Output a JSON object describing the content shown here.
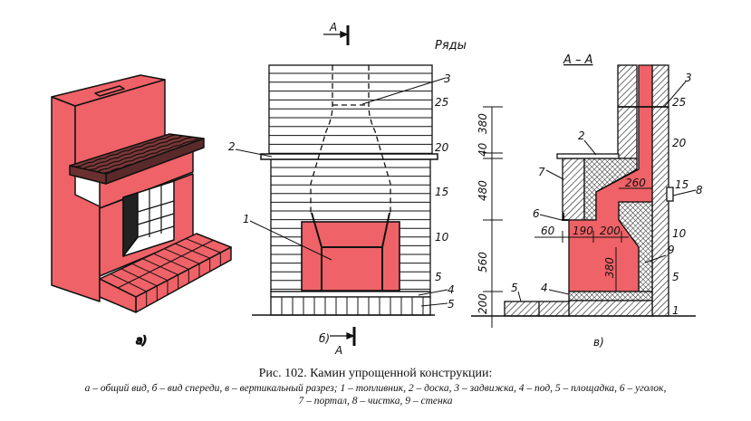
{
  "colors": {
    "fire": "#ef6267",
    "ink": "#111111",
    "wood": "#3a1e1e"
  },
  "view_a": {
    "label": "а)"
  },
  "view_b": {
    "label": "б)",
    "section_mark": "А",
    "rows_title": "Ряды",
    "row_labels": [
      "3",
      "25",
      "20",
      "15",
      "10",
      "5",
      "4",
      "5"
    ],
    "callouts": [
      "2",
      "1"
    ]
  },
  "view_c": {
    "label": "в)",
    "title": "А – А",
    "vertical_dims": [
      "380",
      "40",
      "480",
      "560",
      "200"
    ],
    "horizontal_dims": [
      "60",
      "190",
      "200",
      "260"
    ],
    "inner_dim": "380",
    "row_labels": [
      "3",
      "25",
      "20",
      "15",
      "10",
      "5",
      "1"
    ],
    "callouts": [
      "2",
      "7",
      "6",
      "5",
      "4",
      "8",
      "9"
    ]
  },
  "caption": {
    "title": "Рис. 102. Камин упрощенной конструкции:",
    "line1": "а – общий вид, б – вид спереди, в – вертикальный разрез; 1 – топливник, 2 – доска, 3 – задвижка, 4 – под, 5 – площадка, 6 – уголок,",
    "line2": "7 – портал, 8 – чистка, 9 – стенка"
  }
}
